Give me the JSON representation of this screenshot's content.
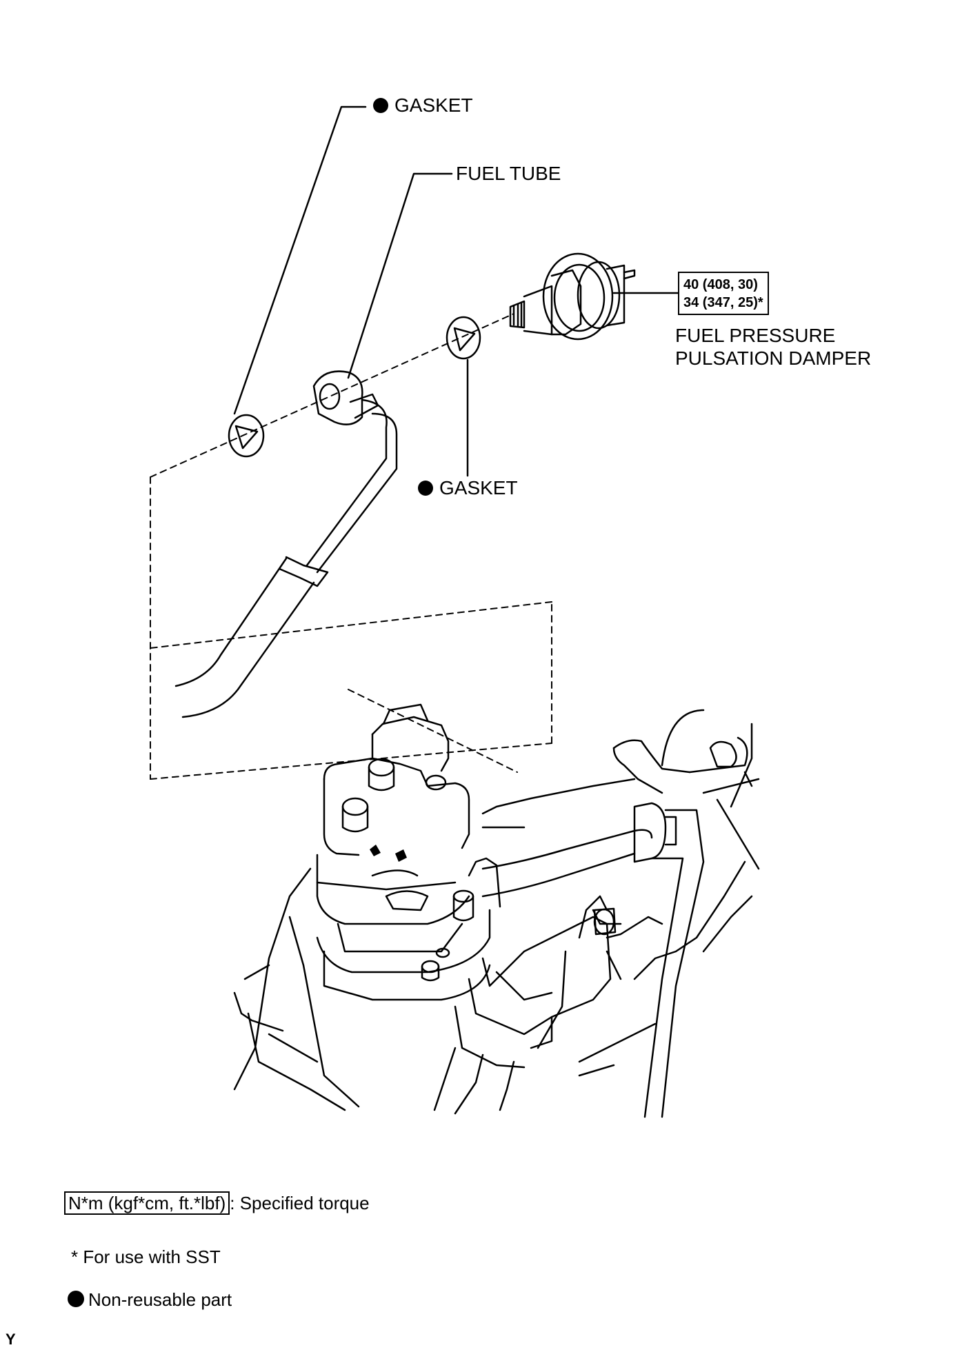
{
  "labels": {
    "gasket_top": "GASKET",
    "fuel_tube": "FUEL TUBE",
    "gasket_bottom": "GASKET",
    "damper_line1": "FUEL PRESSURE",
    "damper_line2": "PULSATION DAMPER"
  },
  "torque": {
    "line1": "40 (408, 30)",
    "line2": "34 (347, 25)*"
  },
  "legend": {
    "torque_units": "N*m (kgf*cm, ft.*lbf)",
    "torque_desc": ": Specified torque",
    "sst_note": "* For use with SST",
    "non_reusable": "Non-reusable part"
  },
  "corner_mark": "Y",
  "icons": {
    "non_reusable": "filled-circle-icon"
  }
}
